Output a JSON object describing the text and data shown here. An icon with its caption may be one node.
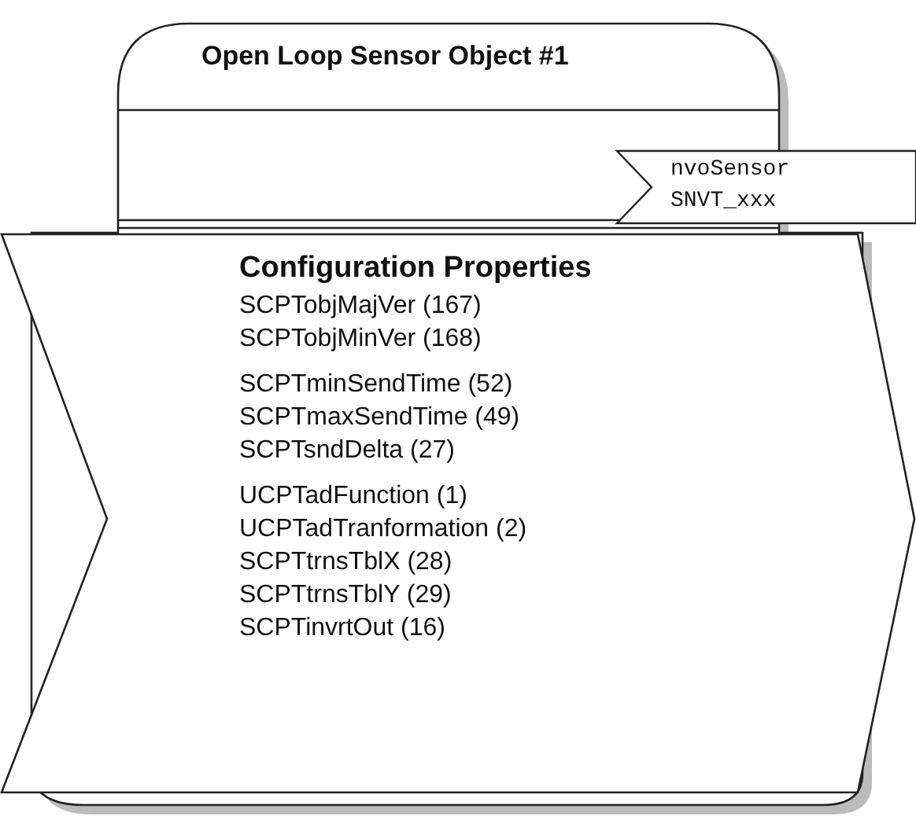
{
  "diagram": {
    "nodes": [
      {
        "text": [
          "Open Loop Sensor Object #1"
        ]
      },
      {
        "text": [
          "nvoSensor",
          "SNVT_xxx"
        ]
      },
      {
        "text": [
          "Configuration Properties",
          "SCPTobjMajVer (167)",
          "SCPTobjMinVer (168)",
          "SCPTminSendTime (52)",
          "SCPTmaxSendTime (49)",
          "SCPTsndDelta (27)",
          "UCPTadFunction (1)",
          "UCPTadTranformation (2)",
          "SCPTtrnsTblX (28)",
          "SCPTtrnsTblY (29)",
          "SCPTinvrtOut (16)"
        ]
      }
    ]
  }
}
